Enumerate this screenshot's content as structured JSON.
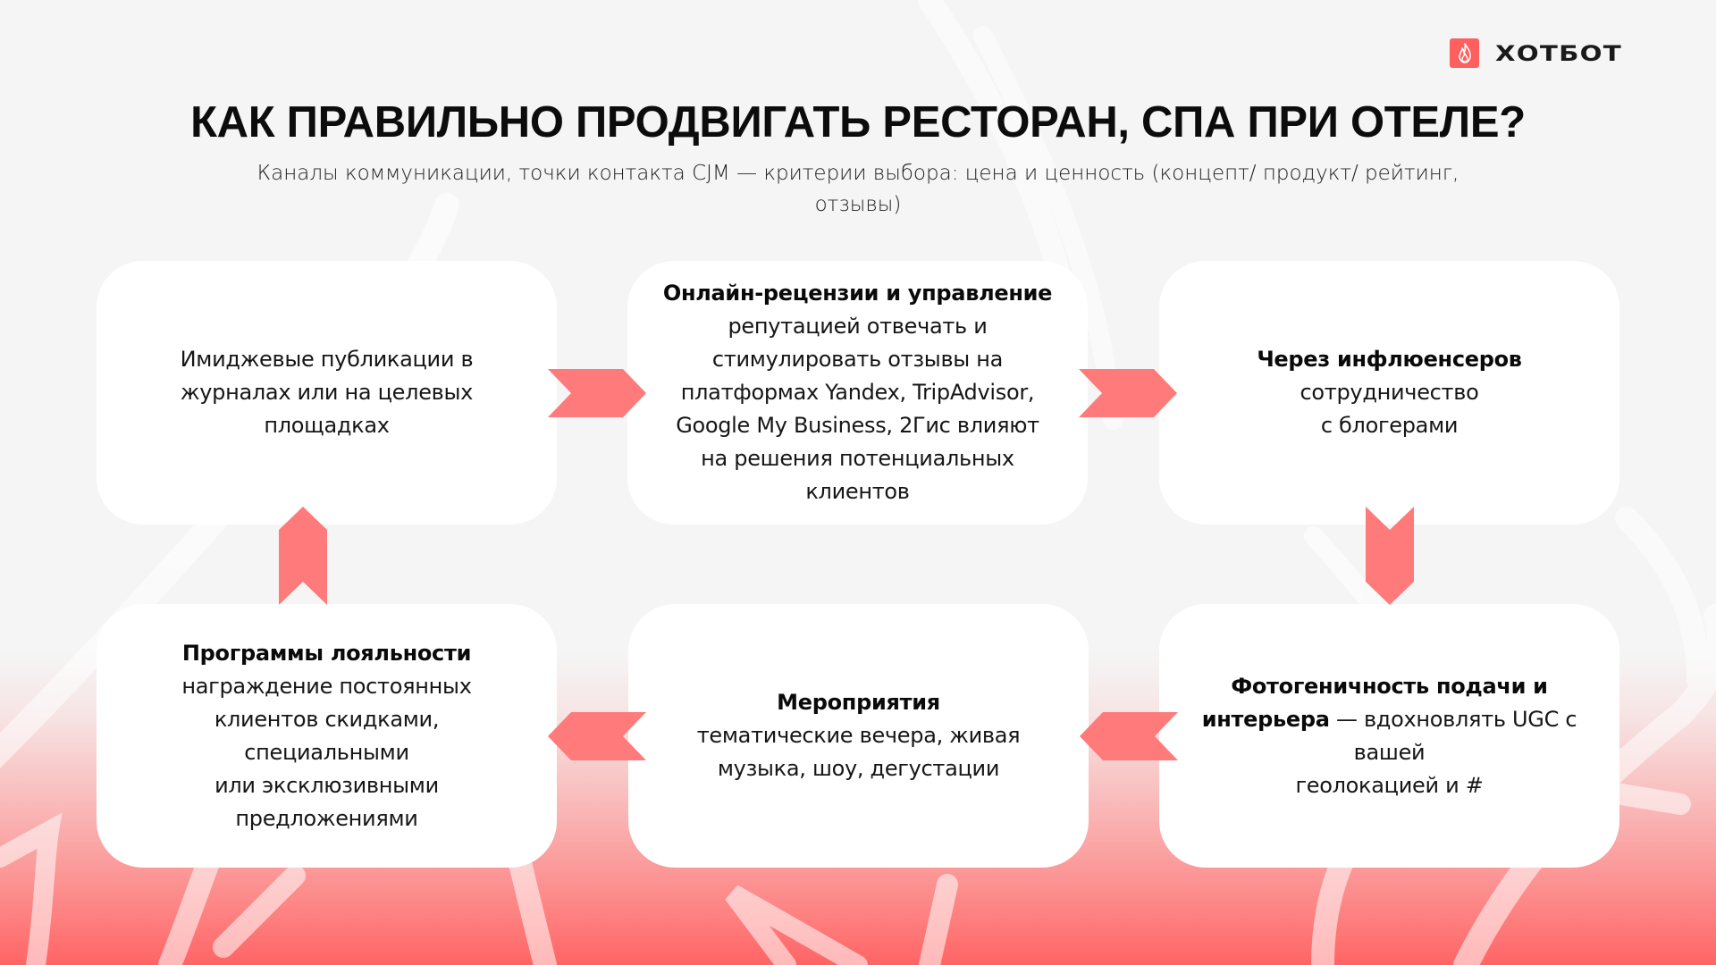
{
  "brand": {
    "name": "ХОТБОТ",
    "icon": "flame-icon",
    "accent_color": "#fe5f5f"
  },
  "header": {
    "title": "КАК ПРАВИЛЬНО ПРОДВИГАТЬ РЕСТОРАН, СПА ПРИ ОТЕЛЕ?",
    "subtitle_line1": "Каналы коммуникации, точки контакта CJM — критерии выбора: цена и ценность (концепт/ продукт/ рейтинг,",
    "subtitle_line2": "отзывы)"
  },
  "colors": {
    "background": "#f5f5f5",
    "gradient_bottom": "#ff6464",
    "card": "#ffffff",
    "arrow": "#ff7a7a"
  },
  "flow": {
    "steps": [
      {
        "id": 1,
        "bold": "",
        "lines": [
          "Имиджевые публикации в",
          "журналах или на целевых",
          "площадках"
        ]
      },
      {
        "id": 2,
        "bold": "Онлайн-рецензии и управление",
        "lines": [
          "репутацией отвечать и",
          "стимулировать отзывы на",
          "платформах Yandex, TripAdvisor,",
          "Google My Business, 2Гис влияют",
          "на решения потенциальных",
          "клиентов"
        ]
      },
      {
        "id": 3,
        "bold": "Через инфлюенсеров",
        "lines": [
          "сотрудничество",
          "с блогерами"
        ]
      },
      {
        "id": 4,
        "bold": "Фотогеничность подачи и",
        "bold2": "интерьера",
        "rest2": " — вдохновлять UGC с",
        "lines": [
          "вашей",
          "геолокацией и #"
        ]
      },
      {
        "id": 5,
        "bold": "Мероприятия",
        "lines": [
          "тематические вечера, живая",
          "музыка, шоу, дегустации"
        ]
      },
      {
        "id": 6,
        "bold": "Программы лояльности",
        "lines": [
          "награждение постоянных",
          "клиентов скидками,",
          "специальными",
          "или эксклюзивными",
          "предложениями"
        ]
      }
    ],
    "arrows": [
      {
        "from": 1,
        "to": 2,
        "direction": "right"
      },
      {
        "from": 2,
        "to": 3,
        "direction": "right"
      },
      {
        "from": 3,
        "to": 4,
        "direction": "down"
      },
      {
        "from": 4,
        "to": 5,
        "direction": "left"
      },
      {
        "from": 5,
        "to": 6,
        "direction": "left"
      },
      {
        "from": 6,
        "to": 1,
        "direction": "up"
      }
    ]
  }
}
